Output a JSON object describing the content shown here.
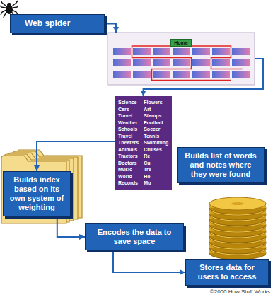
{
  "diagram": {
    "nodes": [
      {
        "text": [
          "Web spider"
        ]
      },
      {
        "text": [
          "Home"
        ]
      },
      {
        "text": [
          "Science",
          "Cars",
          "Travel",
          "Weather",
          "Schools",
          "Travel",
          "Theaters",
          "Animals",
          "Tractors",
          "Doctors",
          "Music",
          "World",
          "Records",
          "Flowers",
          "Art",
          "Stamps",
          "Football",
          "Soccer",
          "Tennis",
          "Swimming",
          "Cruises",
          "Re",
          "Cu",
          "Tre",
          "Ho",
          "Mu"
        ]
      },
      {
        "text": [
          "Builds list of words and notes where they were found"
        ]
      },
      {
        "text": [
          "Builds index based on its own system of weighting"
        ]
      },
      {
        "text": [
          "Encodes the data to save space"
        ]
      },
      {
        "text": [
          "Stores data for users to access"
        ]
      }
    ],
    "edges": [
      {
        "from": 0,
        "to": 1,
        "arrow": "to"
      },
      {
        "from": 1,
        "to": 2,
        "arrow": "to"
      },
      {
        "from": 2,
        "to": 4,
        "arrow": "to"
      },
      {
        "from": 4,
        "to": 5,
        "arrow": "to"
      },
      {
        "from": 5,
        "to": 6,
        "arrow": "to"
      }
    ],
    "labels": [
      "©2000 How Stuff Works"
    ]
  }
}
